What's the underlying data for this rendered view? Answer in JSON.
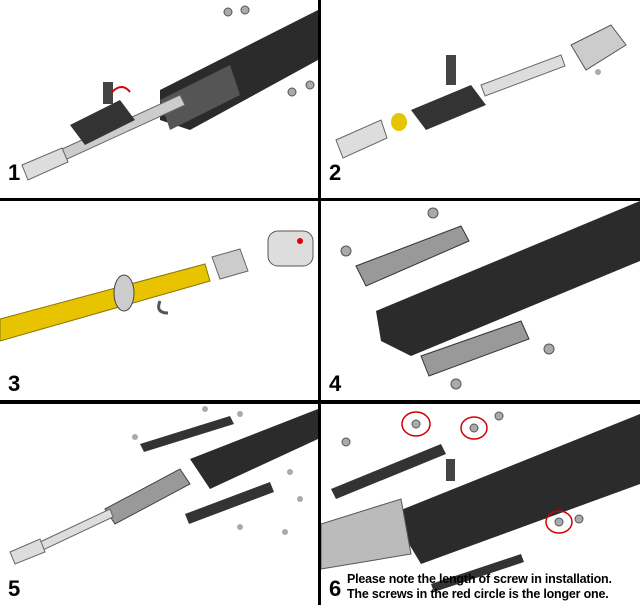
{
  "panels": [
    {
      "step": "1"
    },
    {
      "step": "2"
    },
    {
      "step": "3"
    },
    {
      "step": "4"
    },
    {
      "step": "5"
    },
    {
      "step": "6"
    }
  ],
  "note": {
    "line1": "Please note the length of screw in installation.",
    "line2": "The screws in the red circle is the longer one."
  },
  "colors": {
    "barrel": "#e8c400",
    "rail": "#2b2b2b",
    "metal": "#c8c8c8",
    "highlight": "#d00000"
  }
}
